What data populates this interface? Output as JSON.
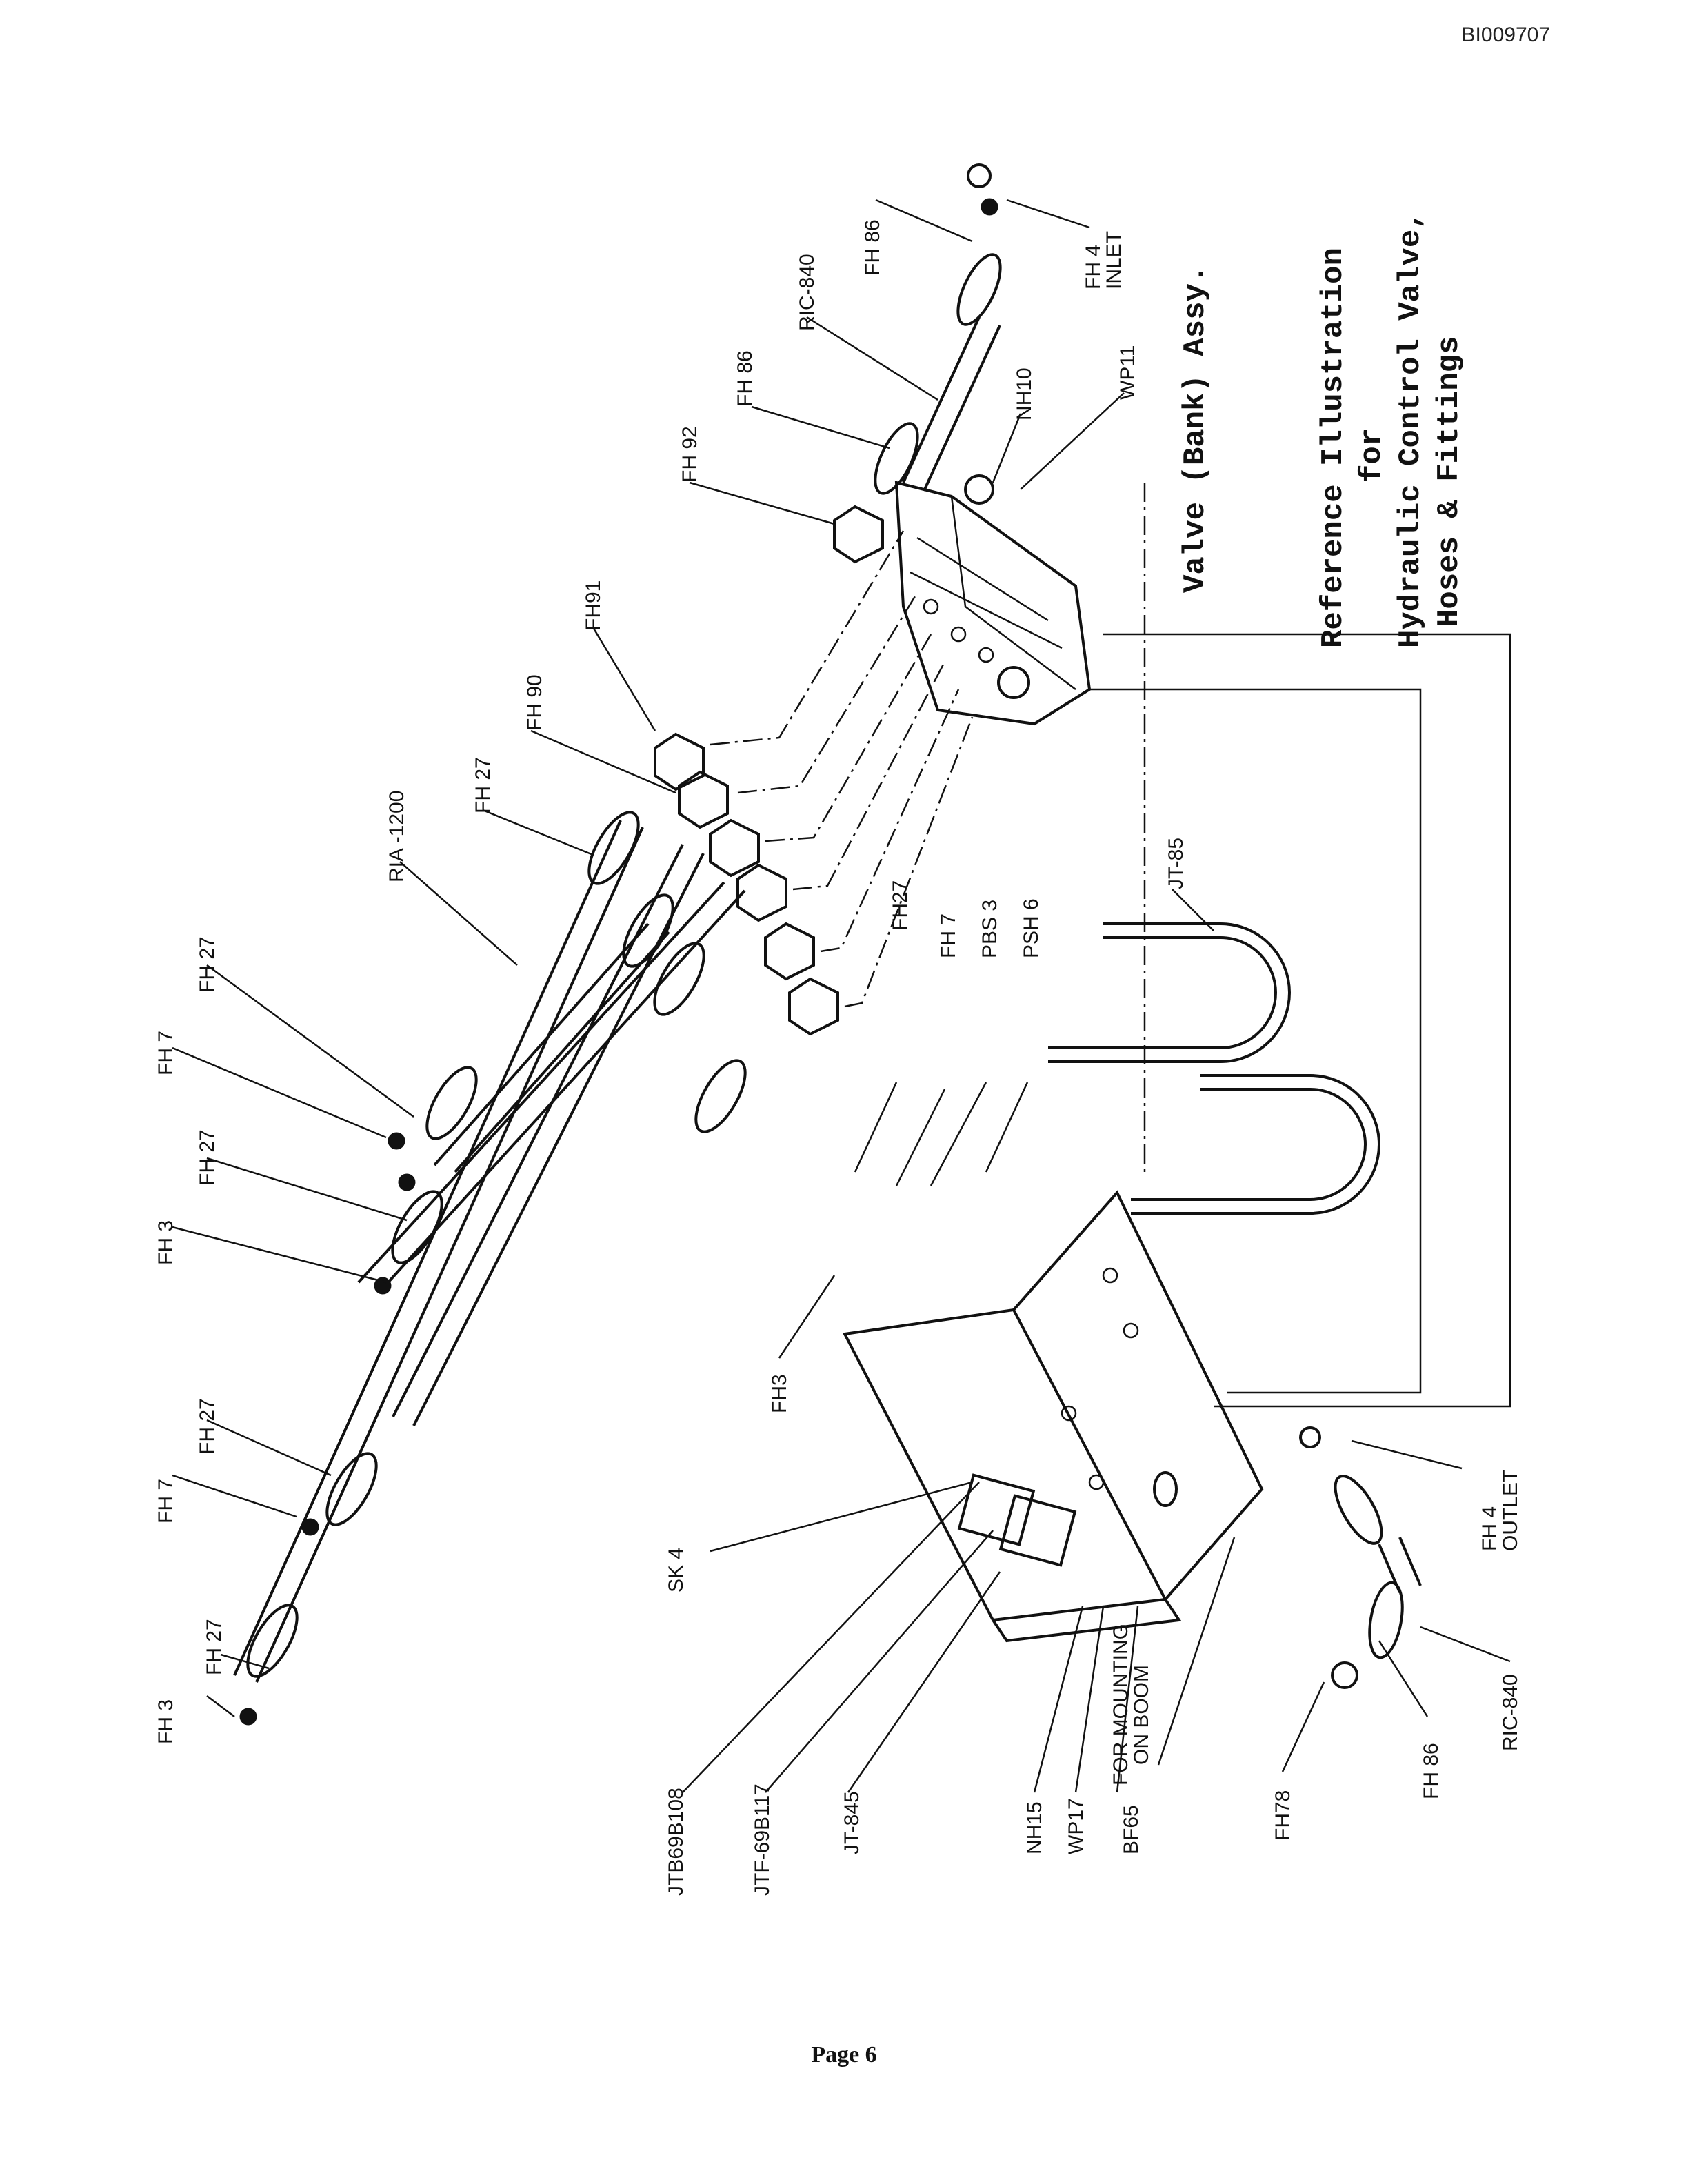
{
  "document_id": "BI009707",
  "page_label": "Page 6",
  "title_lines": [
    "Reference Illustration",
    "for",
    "Hydraulic Control Valve,",
    "Hoses & Fittings"
  ],
  "valve_label": "Valve (Bank) Assy.",
  "labels": {
    "fh3_a": "FH 3",
    "fh27_a": "FH 27",
    "fh7_a": "FH 7",
    "fh27_b": "FH 27",
    "fh3_b": "FH 3",
    "fh27_c": "FH 27",
    "fh7_b": "FH 7",
    "fh27_d": "FH 27",
    "ria1200": "RIA -1200",
    "fh27_e": "FH 27",
    "fh90": "FH 90",
    "fh91": "FH91",
    "fh92": "FH 92",
    "fh86_a": "FH 86",
    "ric840_a": "RIC-840",
    "fh86_b": "FH 86",
    "fh4_inlet": "FH 4",
    "inlet": "INLET",
    "nh10": "NH10",
    "wp11": "WP11",
    "jt85": "JT-85",
    "fh27_f": "FH27",
    "fh7_c": "FH 7",
    "pbs3": "PBS 3",
    "psh6": "PSH 6",
    "fh3_c": "FH3",
    "sk4": "SK 4",
    "fh4_outlet": "FH 4",
    "outlet": "OUTLET",
    "ric840_b": "RIC-840",
    "fh86_c": "FH 86",
    "fh78": "FH78",
    "bf65": "BF65",
    "for_mounting": "FOR MOUNTING",
    "on_boom": "ON BOOM",
    "wp17": "WP17",
    "nh15": "NH15",
    "jt845": "JT-845",
    "jtf69b117": "JTF-69B117",
    "jtb69b108": "JTB69B108"
  }
}
